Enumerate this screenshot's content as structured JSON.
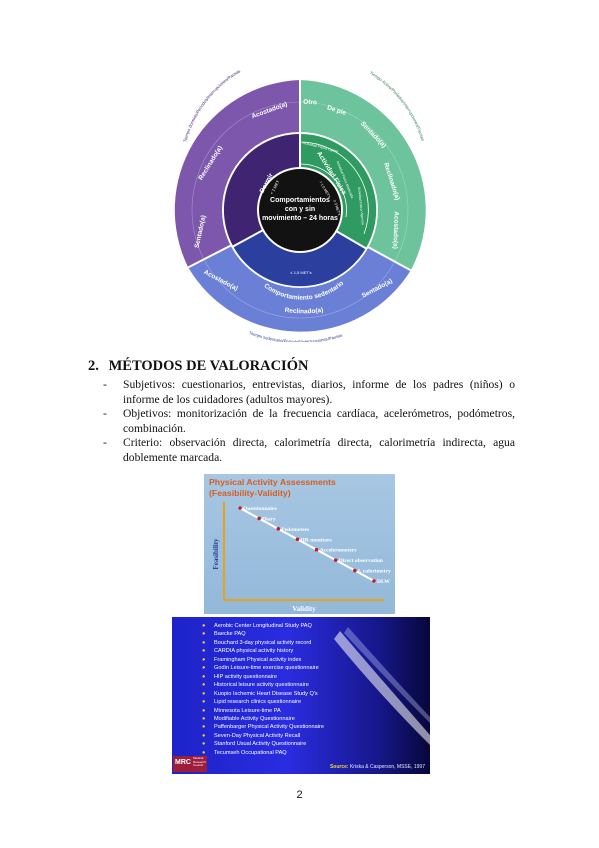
{
  "wheel": {
    "center_label": [
      "Comportamientos",
      "con y sin",
      "movimiento – 24 horas"
    ],
    "inner": {
      "sleep": {
        "title": "Dormir",
        "note": "< 1 MET"
      },
      "sedentary": {
        "title": "Comportamiento sedentario",
        "note": "≤ 1,5 MET's"
      },
      "activity": {
        "title": "Actividad Física",
        "light": "Actividad Física Ligera",
        "moderate": "Actividad Física Moderada",
        "vigorous": "Actividad Física Vigorosa",
        "range1": "> 1,5 MET's",
        "range2": "≥ 3 MET's"
      }
    },
    "middle": {
      "purple": [
        "Acostado(a)",
        "Reclinado(a)",
        "Sentado(a)"
      ],
      "blue": [
        "Acostado(a)",
        "Reclinado(a)",
        "Sentado(a)"
      ],
      "green": [
        "Otro",
        "De pie",
        "Sentado(a)",
        "Reclinado(a)",
        "Acostado(a)"
      ]
    },
    "outer": {
      "purple": "Tiempo dormido/Períodos/Interrupciones/Pausas",
      "blue": "Tiempo sedentario/Períodos/Interrupciones/Pausas",
      "green": "Tiempo Activo/Períodos/Interrupciones/Pausas"
    },
    "colors": {
      "purple": "#7d57ab",
      "deep_purple": "#3f2472",
      "blue": "#6a7fd6",
      "deep_blue": "#2b3f9e",
      "green": "#6cc39c",
      "deep_green": "#2f9a62"
    }
  },
  "section": {
    "number": "2.",
    "heading": "MÉTODOS DE VALORACIÓN",
    "items": [
      "Subjetivos: cuestionarios, entrevistas, diarios, informe de los padres (niños) o informe de los cuidadores (adultos mayores).",
      "Objetivos: monitorización de la frecuencia cardíaca, acelerómetros, podómetros, combinación.",
      "Criterio: observación directa, calorimetría directa, calorimetría indirecta, agua doblemente marcada."
    ]
  },
  "feasibility_chart": {
    "title_line1": "Physical Activity Assessments",
    "title_line2": "(Feasibility-Validity)",
    "xlabel": "Validity",
    "ylabel": "Feasibility",
    "points": [
      "Questionnaire",
      "Diary",
      "Pedometers",
      "HR monitors",
      "Accelerometers",
      "Direct observation",
      "I. calorimetry",
      "DLW"
    ],
    "title_color": "#d95c1f",
    "axis_color": "#e5a31c"
  },
  "paq_panel": {
    "items": [
      "Aerobic Center Longitudinal Study PAQ",
      "Baecke PAQ",
      "Bouchard 3-day physical activity record",
      "CARDIA physical activity history",
      "Framingham Physical activity index",
      "Godin Leisure-time exercise questionnaire",
      "HIP activity questionnaire",
      "Historical leisure activity questionnaire",
      "Kuopio Ischemic Heart Disease Study Q's",
      "Lipid research clinics questionnaire",
      "Minnesota Leisure-time PA",
      "Modifiable Activity Questionnaire",
      "Paffenbarger Physical Activity Questionnaire",
      "Seven-Day Physical Activity Recall",
      "Stanford Usual Activity Questionnaire",
      "Tecumseh Occupational PAQ"
    ],
    "source_label": "Source:",
    "source_text": "Kriska & Casperson, MSSE, 1997",
    "logo": "MRC",
    "logo_sub": "Medical Research Council"
  },
  "page_number": "2"
}
